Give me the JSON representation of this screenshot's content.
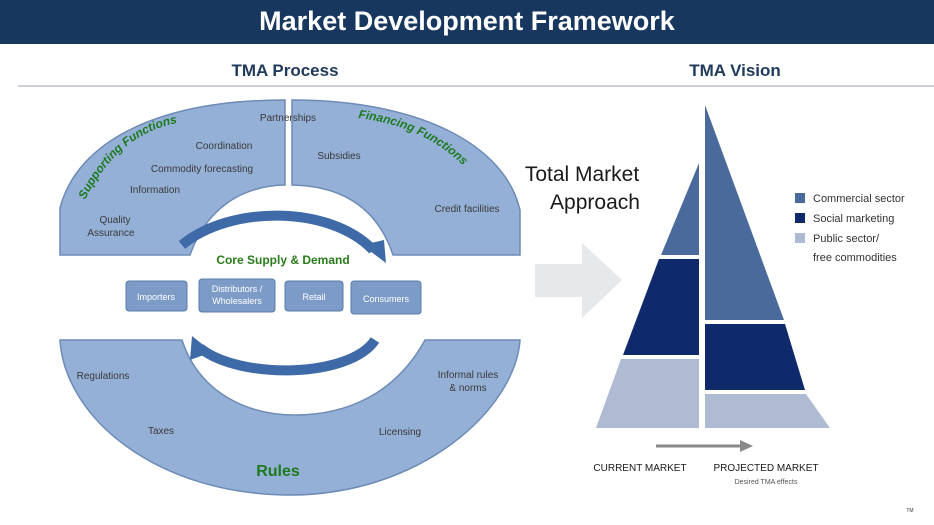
{
  "title": "Market Development Framework",
  "process": {
    "heading": "TMA Process",
    "supporting": {
      "title": "Supporting Functions",
      "items": [
        "Partnerships",
        "Coordination",
        "Commodity  forecasting",
        "Information",
        "Quality",
        "Assurance"
      ]
    },
    "financing": {
      "title": "Financing Functions",
      "items": [
        "Subsidies",
        "Credit facilities"
      ]
    },
    "core": {
      "title": "Core Supply & Demand",
      "boxes": [
        "Importers",
        "Distributors /",
        "Wholesalers",
        "Retail",
        "Consumers"
      ]
    },
    "rules": {
      "title": "Rules",
      "items": [
        "Regulations",
        "Informal  rules",
        "& norms",
        "Taxes",
        "Licensing"
      ]
    }
  },
  "vision": {
    "heading": "TMA Vision",
    "approach": [
      "Total Market",
      "Approach"
    ],
    "legend": [
      {
        "label": "Commercial sector",
        "color": "#4a6a9c"
      },
      {
        "label": "Social marketing",
        "color": "#0e2a6b"
      },
      {
        "label": "Public sector/",
        "color": "#aebbd2"
      },
      {
        "label": "free commodities",
        "color": ""
      }
    ],
    "current_market": "CURRENT MARKET",
    "projected_market": "PROJECTED MARKET",
    "projected_note": "Desired TMA effects",
    "tm_mark": "TM"
  },
  "colors": {
    "header": "#17375e",
    "arc_fill": "#94b0d6",
    "arc_stroke": "#6d8bb6",
    "arc_title_green": "#1e7a1e",
    "core_title_green": "#2a7a1a",
    "box_fill": "#7d9bc7",
    "arrow_blue": "#3f6aa8",
    "big_arrow": "#e6e8ea",
    "commercial": "#4a6a9c",
    "social": "#0e2a6b",
    "public": "#aebbd2"
  }
}
